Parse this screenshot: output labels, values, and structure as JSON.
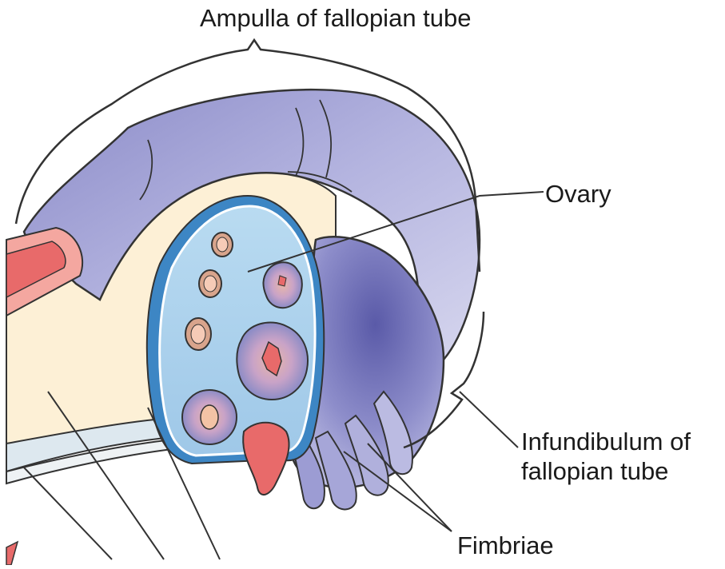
{
  "labels": {
    "ampulla": "Ampulla of fallopian tube",
    "ovary": "Ovary",
    "infundibulum_line1": "Infundibulum of",
    "infundibulum_line2": "fallopian tube",
    "fimbriae": "Fimbriae"
  },
  "colors": {
    "tube_purple": "#a9a9d8",
    "tube_dark": "#6e6eb4",
    "ovary_blue": "#a9cfea",
    "ovary_dark_blue": "#3d86c4",
    "uterus_cream": "#fdf0d6",
    "lumen_red": "#e86a6a",
    "follicle_ring": "#d8a48c"
  }
}
